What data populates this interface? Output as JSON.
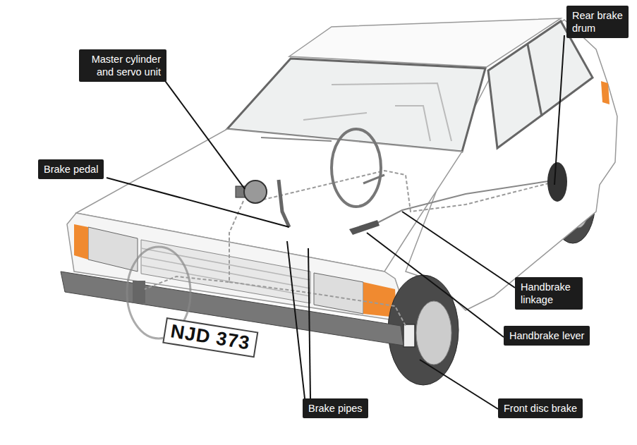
{
  "diagram": {
    "nodes": [
      {
        "text": [
          "Rear brake drum"
        ]
      },
      {
        "text": [
          "Master cylinder and servo unit"
        ]
      },
      {
        "text": [
          "Brake pedal"
        ]
      },
      {
        "text": [
          "Handbrake linkage"
        ]
      },
      {
        "text": [
          "Handbrake lever"
        ]
      },
      {
        "text": [
          "Brake pipes"
        ]
      },
      {
        "text": [
          "Front disc brake"
        ]
      }
    ],
    "labels": [
      "NJD 373"
    ]
  }
}
